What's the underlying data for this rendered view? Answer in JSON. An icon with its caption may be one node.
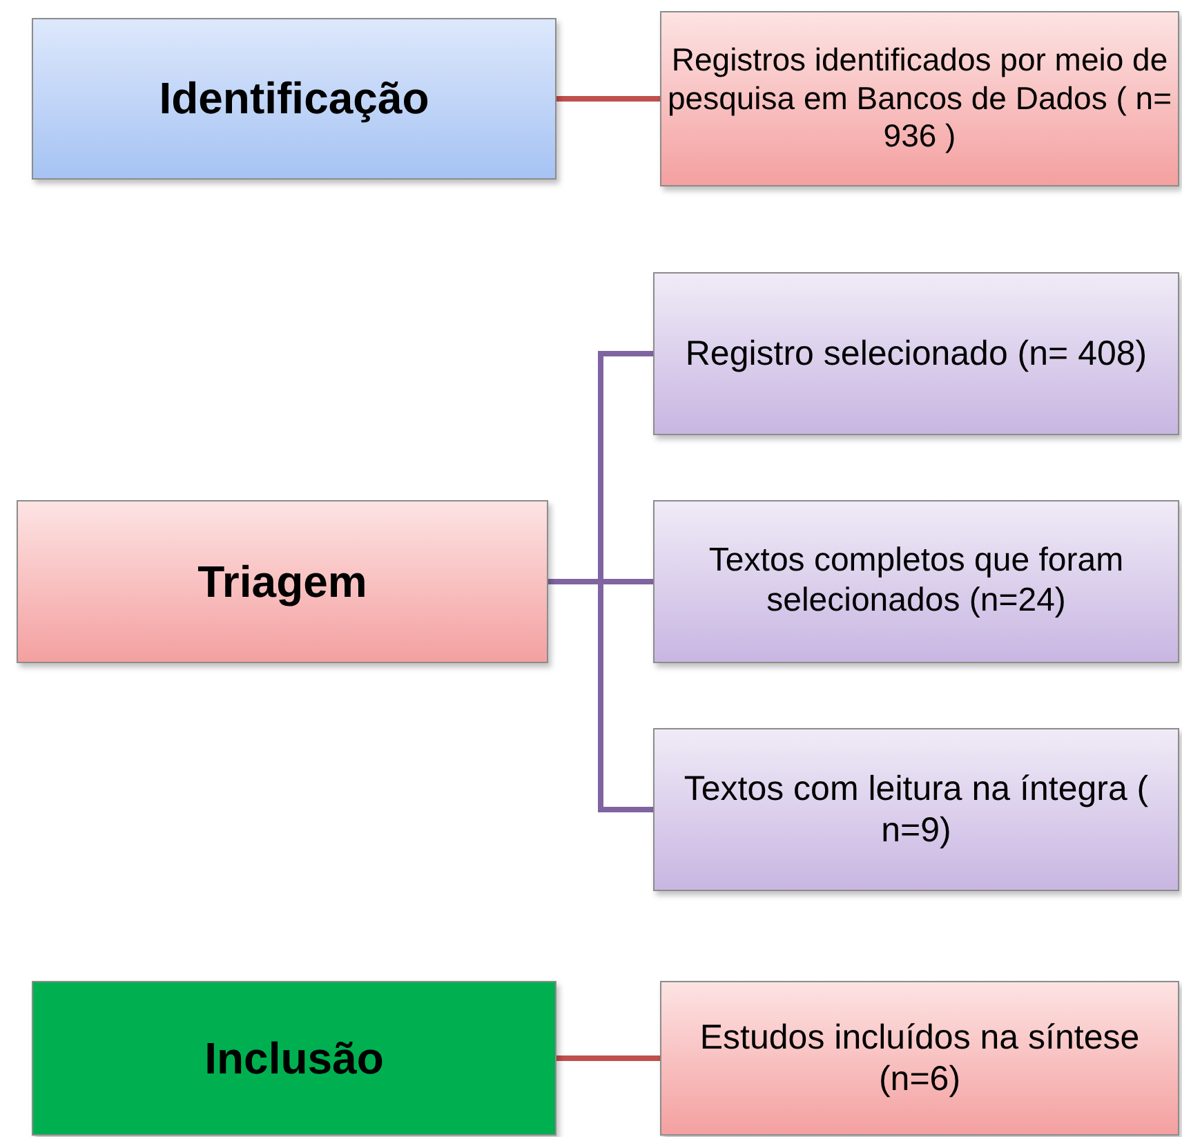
{
  "diagram": {
    "nodes": [
      {
        "text": [
          "Identificação"
        ]
      },
      {
        "text": [
          "Registros identificados por meio de pesquisa em Bancos de Dados ( n= 936 )"
        ]
      },
      {
        "text": [
          "Triagem"
        ]
      },
      {
        "text": [
          "Registro selecionado (n= 408)"
        ]
      },
      {
        "text": [
          "Textos completos que foram selecionados (n=24)"
        ]
      },
      {
        "text": [
          "Textos com leitura na íntegra ( n=9)"
        ]
      },
      {
        "text": [
          "Inclusão"
        ]
      },
      {
        "text": [
          "Estudos incluídos na síntese (n=6)"
        ]
      }
    ],
    "edges": [
      {
        "from": 0,
        "to": 1,
        "arrow": "none",
        "color": "#c0504d"
      },
      {
        "from": 2,
        "to": 3,
        "arrow": "none",
        "color": "#8064a2"
      },
      {
        "from": 2,
        "to": 4,
        "arrow": "none",
        "color": "#8064a2"
      },
      {
        "from": 2,
        "to": 5,
        "arrow": "none",
        "color": "#8064a2"
      },
      {
        "from": 6,
        "to": 7,
        "arrow": "none",
        "color": "#c0504d"
      }
    ]
  }
}
